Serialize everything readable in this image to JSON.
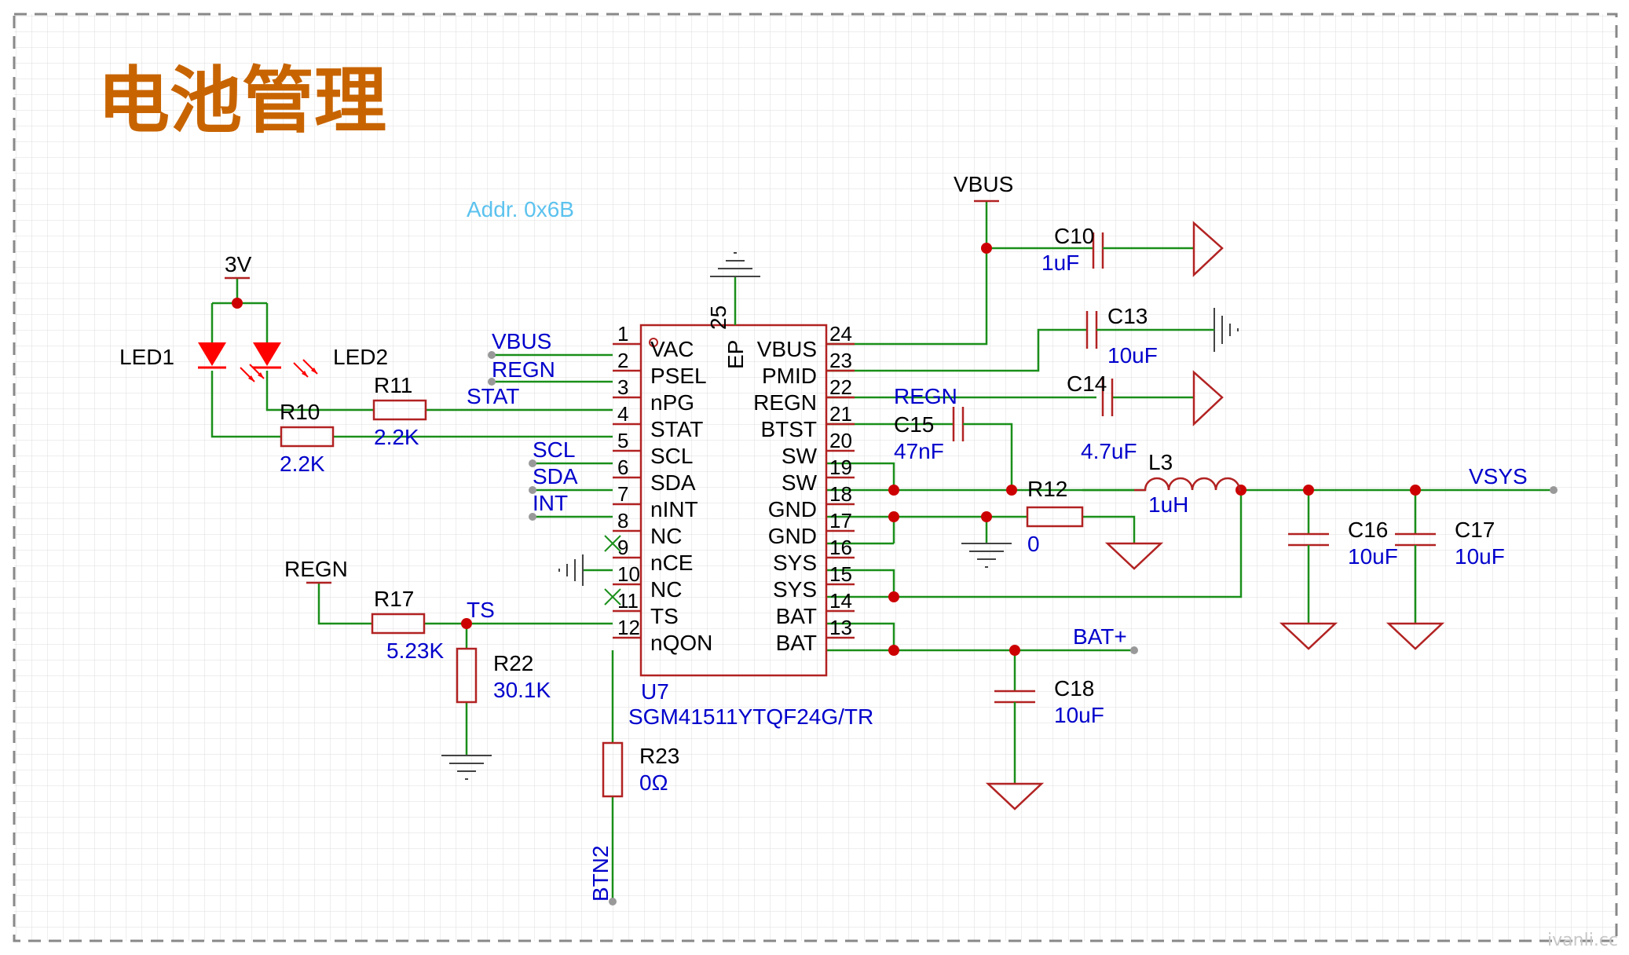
{
  "title": "电池管理",
  "note_addr": "Addr. 0x6B",
  "watermark": "ivanli.cc",
  "colors": {
    "wire": "#1a8f1a",
    "body": "#b22222",
    "label": "#0000cc",
    "pin": "#000000",
    "title": "#c86400",
    "note": "#5bc2ee",
    "led": "#ff0000",
    "grid": "#dcdcdc"
  },
  "ic": {
    "ref": "U7",
    "part": "SGM41511YTQF24G/TR",
    "ep_label": "EP",
    "ep_num": "25",
    "left_pins": [
      {
        "num": "1",
        "name": "VAC"
      },
      {
        "num": "2",
        "name": "PSEL"
      },
      {
        "num": "3",
        "name": "nPG"
      },
      {
        "num": "4",
        "name": "STAT"
      },
      {
        "num": "5",
        "name": "SCL"
      },
      {
        "num": "6",
        "name": "SDA"
      },
      {
        "num": "7",
        "name": "nINT"
      },
      {
        "num": "8",
        "name": "NC"
      },
      {
        "num": "9",
        "name": "nCE"
      },
      {
        "num": "10",
        "name": "NC"
      },
      {
        "num": "11",
        "name": "TS"
      },
      {
        "num": "12",
        "name": "nQON"
      }
    ],
    "right_pins": [
      {
        "num": "24",
        "name": "VBUS"
      },
      {
        "num": "23",
        "name": "PMID"
      },
      {
        "num": "22",
        "name": "REGN"
      },
      {
        "num": "21",
        "name": "BTST"
      },
      {
        "num": "20",
        "name": "SW"
      },
      {
        "num": "19",
        "name": "SW"
      },
      {
        "num": "18",
        "name": "GND"
      },
      {
        "num": "17",
        "name": "GND"
      },
      {
        "num": "16",
        "name": "SYS"
      },
      {
        "num": "15",
        "name": "SYS"
      },
      {
        "num": "14",
        "name": "BAT"
      },
      {
        "num": "13",
        "name": "BAT"
      }
    ]
  },
  "nets": {
    "vbus_in": "VBUS",
    "regn_in": "REGN",
    "stat": "STAT",
    "scl": "SCL",
    "sda": "SDA",
    "int": "INT",
    "ts": "TS",
    "regn_r17": "REGN",
    "vbus_top": "VBUS",
    "regn_out": "REGN",
    "vsys": "VSYS",
    "bat": "BAT+",
    "btn": "BTN2",
    "v3": "3V"
  },
  "components": {
    "led1": {
      "ref": "LED1"
    },
    "led2": {
      "ref": "LED2"
    },
    "r10": {
      "ref": "R10",
      "value": "2.2K"
    },
    "r11": {
      "ref": "R11",
      "value": "2.2K"
    },
    "r17": {
      "ref": "R17",
      "value": "5.23K"
    },
    "r22": {
      "ref": "R22",
      "value": "30.1K"
    },
    "r23": {
      "ref": "R23",
      "value": "0Ω"
    },
    "r12": {
      "ref": "R12",
      "value": "0"
    },
    "c10": {
      "ref": "C10",
      "value": "1uF"
    },
    "c13": {
      "ref": "C13",
      "value": "10uF"
    },
    "c14": {
      "ref": "C14",
      "value": "4.7uF"
    },
    "c15": {
      "ref": "C15",
      "value": "47nF"
    },
    "c16": {
      "ref": "C16",
      "value": "10uF"
    },
    "c17": {
      "ref": "C17",
      "value": "10uF"
    },
    "c18": {
      "ref": "C18",
      "value": "10uF"
    },
    "l3": {
      "ref": "L3",
      "value": "1uH"
    }
  }
}
